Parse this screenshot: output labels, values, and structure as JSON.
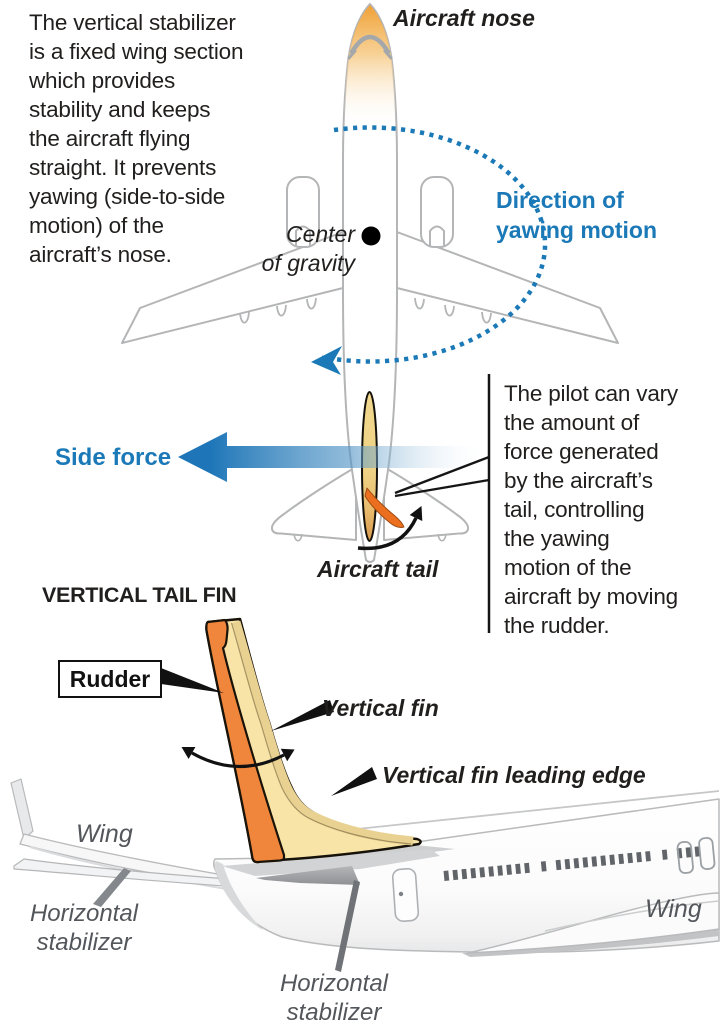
{
  "figure": {
    "intro_text": "The vertical stabilizer\nis a fixed wing section\nwhich provides\nstability and keeps\nthe aircraft flying\nstraight. It prevents\nyawing (side-to-side\nmotion) of the\naircraft’s nose.",
    "pilot_text": "The pilot can vary\nthe amount of\nforce generated\nby the aircraft’s\ntail, controlling\nthe yawing\nmotion of the\naircraft by moving\nthe rudder.",
    "section_title": "VERTICAL TAIL FIN",
    "labels": {
      "aircraft_nose": "Aircraft nose",
      "direction_of_yawing": "Direction of\nyawing motion",
      "center_of_gravity": "Center\nof gravity",
      "side_force": "Side force",
      "aircraft_tail": "Aircraft tail",
      "rudder": "Rudder",
      "vertical_fin": "Vertical fin",
      "vertical_fin_leading_edge": "Vertical fin leading edge",
      "wing_left": "Wing",
      "wing_right": "Wing",
      "horizontal_stabilizer_left": "Horizontal\nstabilizer",
      "horizontal_stabilizer_bottom": "Horizontal\nstabilizer"
    }
  },
  "colors": {
    "accent_blue": "#1b79b7",
    "rudder_orange": "#f0863b",
    "rudder_orange_dark": "#eb6f1e",
    "fin_tan": "#f9e4a7",
    "fin_edge_tan": "#e9d192",
    "nose_orange": "#f0a137",
    "outline_gray": "#b4b5b6",
    "label_gray": "#53575b",
    "text_black": "#211f1e",
    "window_gray": "#61656a"
  }
}
